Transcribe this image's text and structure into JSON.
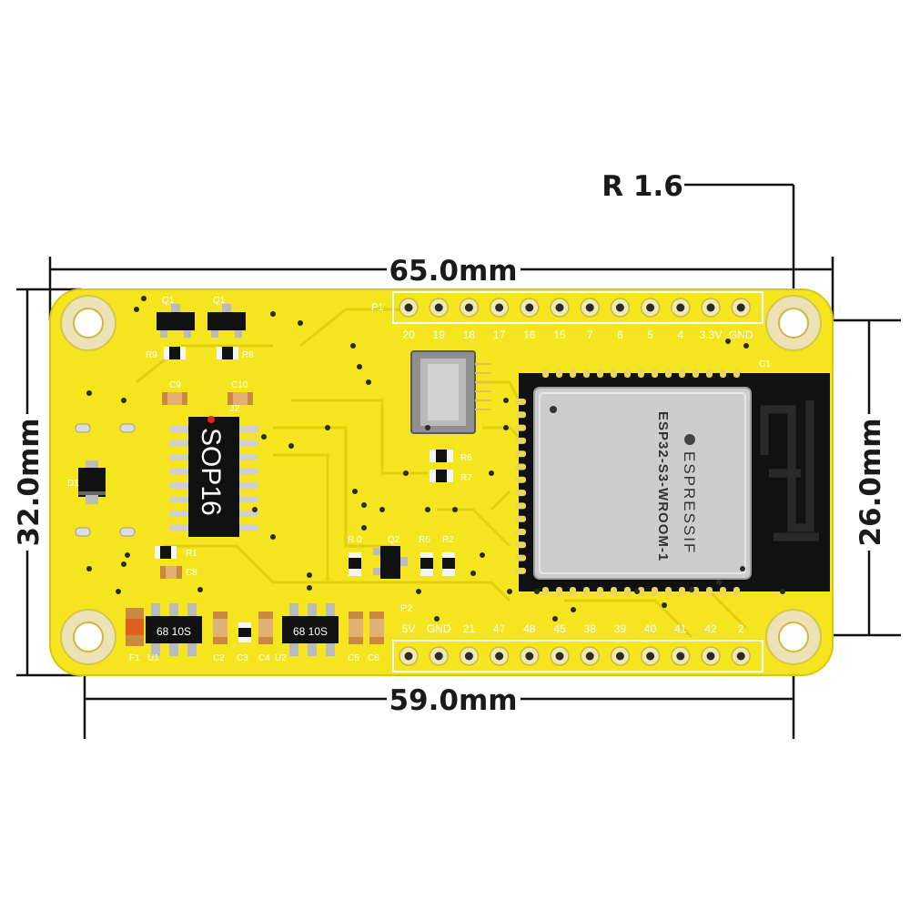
{
  "dimensions": {
    "radius_label": "R 1.6",
    "width_label": "65.0mm",
    "height_label": "32.0mm",
    "hole_span_label": "26.0mm",
    "hole_pitch_label": "59.0mm"
  },
  "board": {
    "header_top_name": "P1",
    "header_top_pins": [
      "20",
      "19",
      "18",
      "17",
      "16",
      "15",
      "7",
      "6",
      "5",
      "4",
      "3.3V",
      "GND"
    ],
    "header_bottom_name": "P2",
    "header_bottom_pins": [
      "5V",
      "GND",
      "21",
      "47",
      "48",
      "45",
      "38",
      "39",
      "40",
      "41",
      "42",
      "2"
    ],
    "ic_label": "SOP16",
    "ic_ref": "J2",
    "module_brand": "ESPRESSIF",
    "module_name": "ESP32-S3-WROOM-1",
    "regulator_left_label": "68 10S",
    "regulator_right_label": "68 10S",
    "silk_refs": {
      "q1": "Q1",
      "q2": "Q2",
      "r1": "R1",
      "r2": "R2",
      "r5": "R5",
      "r6": "R6",
      "r7": "R7",
      "r8": "R8",
      "r9": "R9",
      "r0": "R 0",
      "c1": "C1",
      "c2": "C2",
      "c3": "C3",
      "c4": "C4",
      "c5": "C5",
      "c6": "C6",
      "c8": "C8",
      "c9": "C9",
      "c10": "C10",
      "u1": "U1",
      "u2": "U2",
      "d1": "D1",
      "f1": "F1"
    }
  },
  "colors": {
    "board": "#f5e51f",
    "board_edge": "#d9c60e",
    "module_shield": "#c9c9c9",
    "antenna_area": "#111111",
    "ic_body": "#111111",
    "dimension_line": "#111111"
  }
}
